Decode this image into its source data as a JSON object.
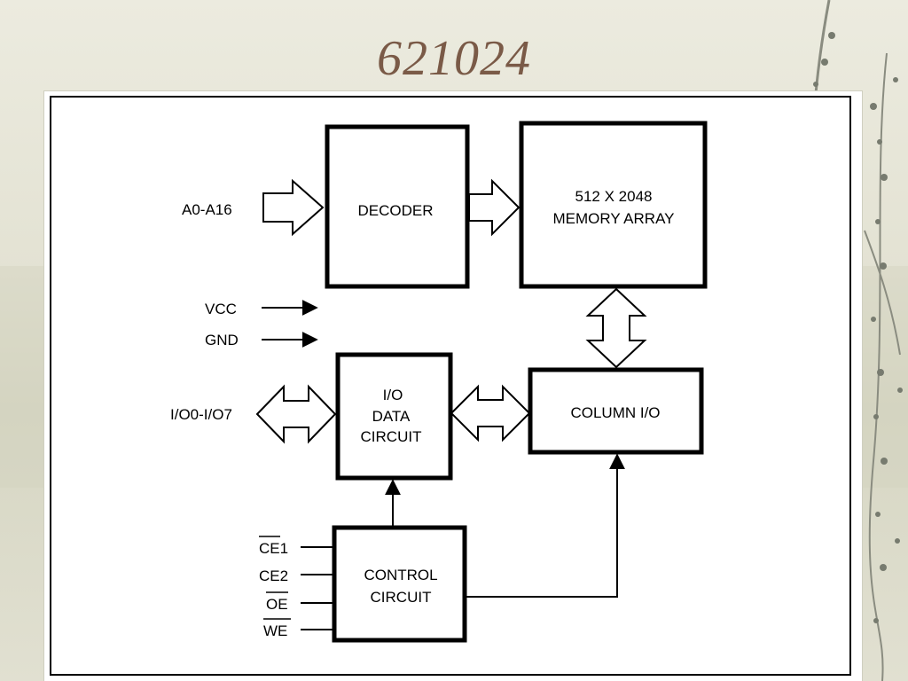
{
  "title": "621024",
  "blocks": {
    "decoder": "DECODER",
    "memory_array": [
      "512 X 2048",
      "MEMORY ARRAY"
    ],
    "io_data_circuit": [
      "I/O",
      "DATA",
      "CIRCUIT"
    ],
    "column_io": "COLUMN I/O",
    "control_circuit": [
      "CONTROL",
      "CIRCUIT"
    ]
  },
  "signals": {
    "address": "A0-A16",
    "vcc": "VCC",
    "gnd": "GND",
    "io": "I/O0-I/O7",
    "ce1": "CE1",
    "ce2": "CE2",
    "oe": "OE",
    "we": "WE"
  }
}
